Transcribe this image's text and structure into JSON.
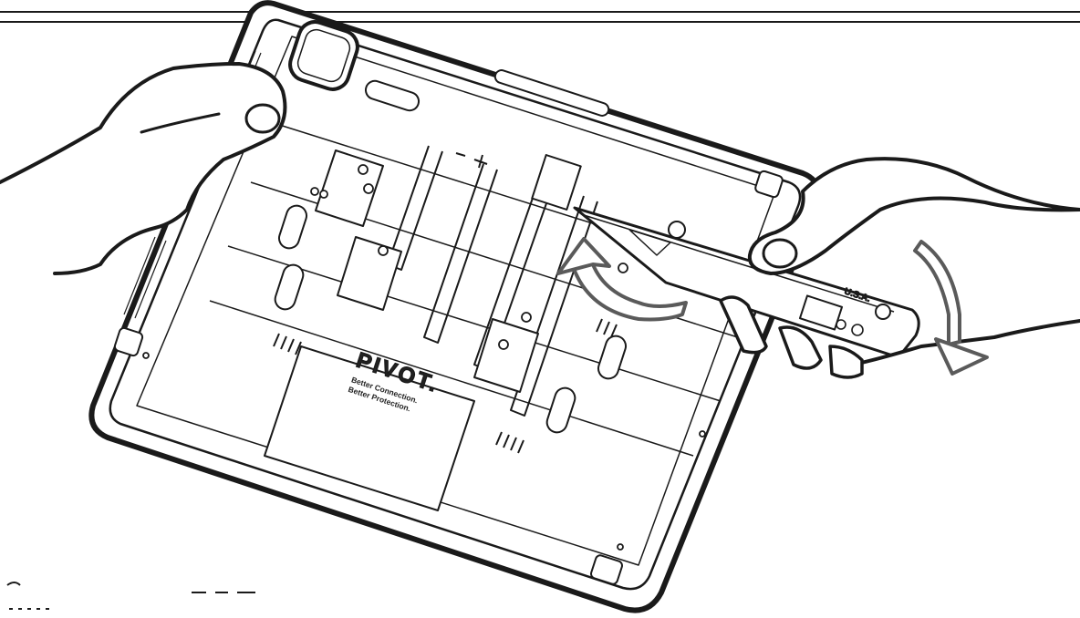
{
  "diagram": {
    "brand": {
      "logo": "PIVOT.",
      "tagline_line1": "Better Connection.",
      "tagline_line2": "Better Protection."
    },
    "clip_label": "U.S.A.",
    "colors": {
      "line": "#1a1a1a",
      "rotation_arrow_fill": "#ffffff",
      "rotation_arrow_stroke": "#5a5a5a",
      "background": "#ffffff"
    },
    "elements": {
      "tablet_case": "case-with-back-grid",
      "left_hand": "hand-holding-case",
      "right_hand": "hand-holding-clip",
      "rotation_arrows": [
        "counter-clockwise-arrow",
        "clockwise-arrow"
      ]
    }
  }
}
